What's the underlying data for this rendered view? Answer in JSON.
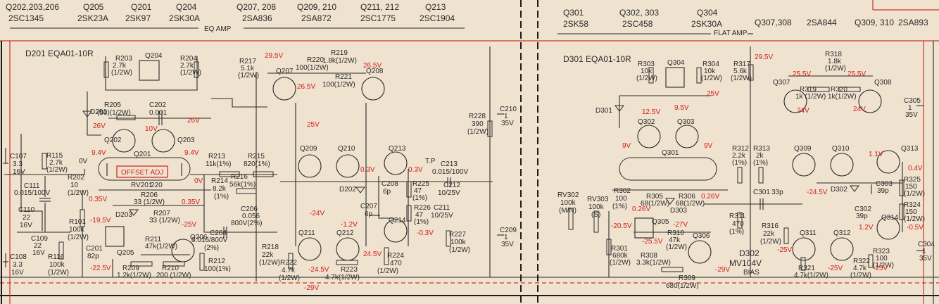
{
  "header": {
    "eq_amp": {
      "groups": [
        {
          "refs": "Q202,203,206",
          "part": "2SC1345"
        },
        {
          "refs": "Q205",
          "part": "2SK23A"
        },
        {
          "refs": "Q201",
          "part": "2SK97"
        },
        {
          "refs": "Q204",
          "part": "2SK30A"
        },
        {
          "refs": "Q207, 208",
          "part": "2SA836"
        },
        {
          "refs": "Q209, 210",
          "part": "2SA872"
        },
        {
          "refs": "Q211, 212",
          "part": "2SC1775"
        },
        {
          "refs": "Q213",
          "part": "2SC1904"
        }
      ],
      "section_label": "EQ AMP"
    },
    "flat_amp": {
      "groups": [
        {
          "refs": "Q301",
          "part": "2SK58"
        },
        {
          "refs": "Q302, 303",
          "part": "2SC458"
        },
        {
          "refs": "Q304",
          "part": "2SK30A"
        },
        {
          "refs": "Q307,308",
          "part": "2SA844"
        },
        {
          "refs": "Q309, 310",
          "part": "2SA893"
        }
      ],
      "section_label": "FLAT AMP"
    }
  },
  "blocks": {
    "eq_block": "D201 EQA01-10R",
    "flat_block": "D301 EQA01-10R",
    "offset_adj": "OFFSET ADJ",
    "bias_label": "D302",
    "bias_part": "MV104V",
    "bias_word": "BIAS",
    "tp": "T.P"
  },
  "transistors": [
    {
      "id": "q204",
      "label": "Q204"
    },
    {
      "id": "q202",
      "label": "Q202"
    },
    {
      "id": "q203",
      "label": "Q203"
    },
    {
      "id": "q201",
      "label": "Q201"
    },
    {
      "id": "q205",
      "label": "Q205"
    },
    {
      "id": "q206",
      "label": "Q206"
    },
    {
      "id": "q207",
      "label": "Q207"
    },
    {
      "id": "q208",
      "label": "Q208"
    },
    {
      "id": "q209",
      "label": "Q209"
    },
    {
      "id": "q210",
      "label": "Q210"
    },
    {
      "id": "q211",
      "label": "Q211"
    },
    {
      "id": "q212",
      "label": "Q212"
    },
    {
      "id": "q213",
      "label": "Q213"
    },
    {
      "id": "q214",
      "label": "Q214"
    },
    {
      "id": "q304",
      "label": "Q304"
    },
    {
      "id": "q302",
      "label": "Q302"
    },
    {
      "id": "q303",
      "label": "Q303"
    },
    {
      "id": "q301",
      "label": "Q301"
    },
    {
      "id": "q307",
      "label": "Q307"
    },
    {
      "id": "q308",
      "label": "Q308"
    },
    {
      "id": "q309",
      "label": "Q309"
    },
    {
      "id": "q310",
      "label": "Q310"
    },
    {
      "id": "q313",
      "label": "Q313"
    },
    {
      "id": "q305",
      "label": "Q305"
    },
    {
      "id": "q306",
      "label": "Q306"
    },
    {
      "id": "q311",
      "label": "Q311"
    },
    {
      "id": "q312",
      "label": "Q312"
    },
    {
      "id": "q314",
      "label": "Q314"
    }
  ],
  "components": [
    {
      "ref": "C107",
      "value": "3.3",
      "rating": "16V"
    },
    {
      "ref": "R115",
      "value": "2.7k",
      "rating": "(1/2W)"
    },
    {
      "ref": "C111",
      "value": "0.015/100V",
      "rating": ""
    },
    {
      "ref": "C110",
      "value": "22",
      "rating": "16V"
    },
    {
      "ref": "C109",
      "value": "22",
      "rating": "16V"
    },
    {
      "ref": "C108",
      "value": "3.3",
      "rating": "16V"
    },
    {
      "ref": "R116",
      "value": "100k",
      "rating": "(1/2W)"
    },
    {
      "ref": "R101",
      "value": "100k",
      "rating": "(1/2W)"
    },
    {
      "ref": "C201",
      "value": "82p",
      "rating": ""
    },
    {
      "ref": "R202",
      "value": "10",
      "rating": "(1/2W)"
    },
    {
      "ref": "R203",
      "value": "2.7k",
      "rating": "(1/2W)"
    },
    {
      "ref": "R204",
      "value": "2.7k",
      "rating": "(1/2W)"
    },
    {
      "ref": "R205",
      "value": "(50)(1/2W)",
      "rating": ""
    },
    {
      "ref": "C202",
      "value": "0.001",
      "rating": ""
    },
    {
      "ref": "D201",
      "value": "",
      "rating": ""
    },
    {
      "ref": "RV201",
      "value": "220",
      "rating": ""
    },
    {
      "ref": "R206",
      "value": "33 (1/2W)",
      "rating": ""
    },
    {
      "ref": "R207",
      "value": "33 (1/2W)",
      "rating": ""
    },
    {
      "ref": "D203",
      "value": "",
      "rating": ""
    },
    {
      "ref": "R211",
      "value": "47k(1/2W)",
      "rating": ""
    },
    {
      "ref": "R209",
      "value": "1.2k(1/2W)",
      "rating": ""
    },
    {
      "ref": "R210",
      "value": "200 (1/2W)",
      "rating": ""
    },
    {
      "ref": "R213",
      "value": "11k(1%)",
      "rating": ""
    },
    {
      "ref": "R215",
      "value": "820(1%)",
      "rating": ""
    },
    {
      "ref": "R214",
      "value": "8.2k",
      "rating": "(1%)"
    },
    {
      "ref": "R216",
      "value": "56k(1%)",
      "rating": ""
    },
    {
      "ref": "C206",
      "value": "0.056",
      "rating": "800V(2%)"
    },
    {
      "ref": "C204",
      "value": "0.016/800V",
      "rating": "(2%)"
    },
    {
      "ref": "R212",
      "value": "100(1%)",
      "rating": ""
    },
    {
      "ref": "R217",
      "value": "5.1k",
      "rating": "(1/2W)"
    },
    {
      "ref": "R220",
      "value": "100(1/2W)",
      "rating": ""
    },
    {
      "ref": "R219",
      "value": "1.8k(1/2W)",
      "rating": ""
    },
    {
      "ref": "R221",
      "value": "100(1/2W)",
      "rating": ""
    },
    {
      "ref": "R218",
      "value": "22k",
      "rating": "(1/2W)"
    },
    {
      "ref": "R222",
      "value": "4.7k",
      "rating": "(1/2W)"
    },
    {
      "ref": "R223",
      "value": "4.7k(1/2W)",
      "rating": ""
    },
    {
      "ref": "R224",
      "value": "470",
      "rating": "(1/2W)"
    },
    {
      "ref": "C207",
      "value": "6p",
      "rating": ""
    },
    {
      "ref": "C208",
      "value": "6p",
      "rating": ""
    },
    {
      "ref": "D202",
      "value": "",
      "rating": ""
    },
    {
      "ref": "R225",
      "value": "47",
      "rating": "(1%)"
    },
    {
      "ref": "R226",
      "value": "47",
      "rating": "(1%)"
    },
    {
      "ref": "C213",
      "value": "0.015/100V",
      "rating": ""
    },
    {
      "ref": "C212",
      "value": "10/25V",
      "rating": ""
    },
    {
      "ref": "C211",
      "value": "10/25V",
      "rating": ""
    },
    {
      "ref": "R227",
      "value": "100k",
      "rating": "(1/2W)"
    },
    {
      "ref": "R228",
      "value": "390",
      "rating": "(1/2W)"
    },
    {
      "ref": "C210",
      "value": "1",
      "rating": "35V"
    },
    {
      "ref": "C209",
      "value": "1",
      "rating": "35V"
    },
    {
      "ref": "R303",
      "value": "10k",
      "rating": "(1/2W)"
    },
    {
      "ref": "R304",
      "value": "10k",
      "rating": "(1/2W)"
    },
    {
      "ref": "R317",
      "value": "5.6k",
      "rating": "(1/2W)"
    },
    {
      "ref": "R318",
      "value": "1.8k",
      "rating": "(1/2W)"
    },
    {
      "ref": "R319",
      "value": "1k (1/2W)",
      "rating": ""
    },
    {
      "ref": "R320",
      "value": "1k(1/2W)",
      "rating": ""
    },
    {
      "ref": "C305",
      "value": "1",
      "rating": "35V"
    },
    {
      "ref": "D301",
      "value": "",
      "rating": ""
    },
    {
      "ref": "R312",
      "value": "2.2k",
      "rating": "(1%)"
    },
    {
      "ref": "R313",
      "value": "2k",
      "rating": "(1%)"
    },
    {
      "ref": "RV302",
      "value": "100k",
      "rating": "(M/N)"
    },
    {
      "ref": "RV303",
      "value": "100k",
      "rating": "(S)"
    },
    {
      "ref": "R302",
      "value": "100",
      "rating": "(1%)"
    },
    {
      "ref": "R305",
      "value": "68(1/2W)",
      "rating": ""
    },
    {
      "ref": "R306",
      "value": "68(1/2W)",
      "rating": ""
    },
    {
      "ref": "D303",
      "value": "",
      "rating": ""
    },
    {
      "ref": "C301",
      "value": "33p",
      "rating": ""
    },
    {
      "ref": "D302",
      "value": "",
      "rating": ""
    },
    {
      "ref": "C303",
      "value": "39p",
      "rating": ""
    },
    {
      "ref": "C302",
      "value": "39p",
      "rating": ""
    },
    {
      "ref": "R325",
      "value": "150",
      "rating": "(1/2W)"
    },
    {
      "ref": "R324",
      "value": "150",
      "rating": "(1/2W)"
    },
    {
      "ref": "R301",
      "value": "680k",
      "rating": "(1/2W)"
    },
    {
      "ref": "R310",
      "value": "47k",
      "rating": "(1/2W)"
    },
    {
      "ref": "R308",
      "value": "3.3k(1/2W)",
      "rating": ""
    },
    {
      "ref": "R309",
      "value": "680(1/2W)",
      "rating": ""
    },
    {
      "ref": "R311",
      "value": "470",
      "rating": "(1%)"
    },
    {
      "ref": "R316",
      "value": "22k",
      "rating": "(1/2W)"
    },
    {
      "ref": "R321",
      "value": "4.7k(1/2W)",
      "rating": ""
    },
    {
      "ref": "R322",
      "value": "4.7k",
      "rating": "(1/2W)"
    },
    {
      "ref": "R323",
      "value": "100",
      "rating": "(1/2W)"
    },
    {
      "ref": "C304",
      "value": "1",
      "rating": "35V"
    }
  ],
  "voltages": {
    "v_26v_a": "26V",
    "v_26v_b": "26V",
    "v_10v": "10V",
    "v_9_4v_a": "9.4V",
    "v_9_4v_b": "9.4V",
    "v_0v_a": "0V",
    "v_0v_b": "0V",
    "v_0_35v_a": "0.35V",
    "v_0_35v_b": "0.35V",
    "v_m19_5v": "-19.5V",
    "v_m22_5v": "-22.5V",
    "v_m25v_a": "-25V",
    "v_29_5v_a": "29.5V",
    "v_26_5v_a": "26.5V",
    "v_26_5v_b": "26.5V",
    "v_25v_a": "25V",
    "v_0_3v_a": "0.3V",
    "v_0_3v_b": "0.3V",
    "v_m24v": "-24V",
    "v_m1_2v": "-1.2V",
    "v_24_5v_a": "24.5V",
    "v_m24_5v_a": "-24.5V",
    "v_m0_3v": "-0.3V",
    "v_m29v_a": "-29V",
    "v_29_5v_b": "29.5V",
    "v_25v_b": "25V",
    "v_9_5v": "9.5V",
    "v_12_5v": "12.5V",
    "v_25_5v_a": "25.5V",
    "v_25_5v_b": "25.5V",
    "v_24v_a": "24V",
    "v_24v_b": "24V",
    "v_9v_a": "9V",
    "v_9v_b": "9V",
    "v_1_1v": "1.1V",
    "v_0_4v": "0.4V",
    "v_m24_5v_b": "-24.5V",
    "v_0_26v_a": "0.26V",
    "v_0_26v_b": "0.26V",
    "v_m20_5v": "-20.5V",
    "v_m27v": "-27V",
    "v_m25_5v": "-25.5V",
    "v_m29v_b": "-29V",
    "v_1_2v": "1.2V",
    "v_m0_5v": "-0.5V",
    "v_m25v_b": "-25V",
    "v_m25v_c": "-25V",
    "v_m25v_d": "-25V"
  }
}
